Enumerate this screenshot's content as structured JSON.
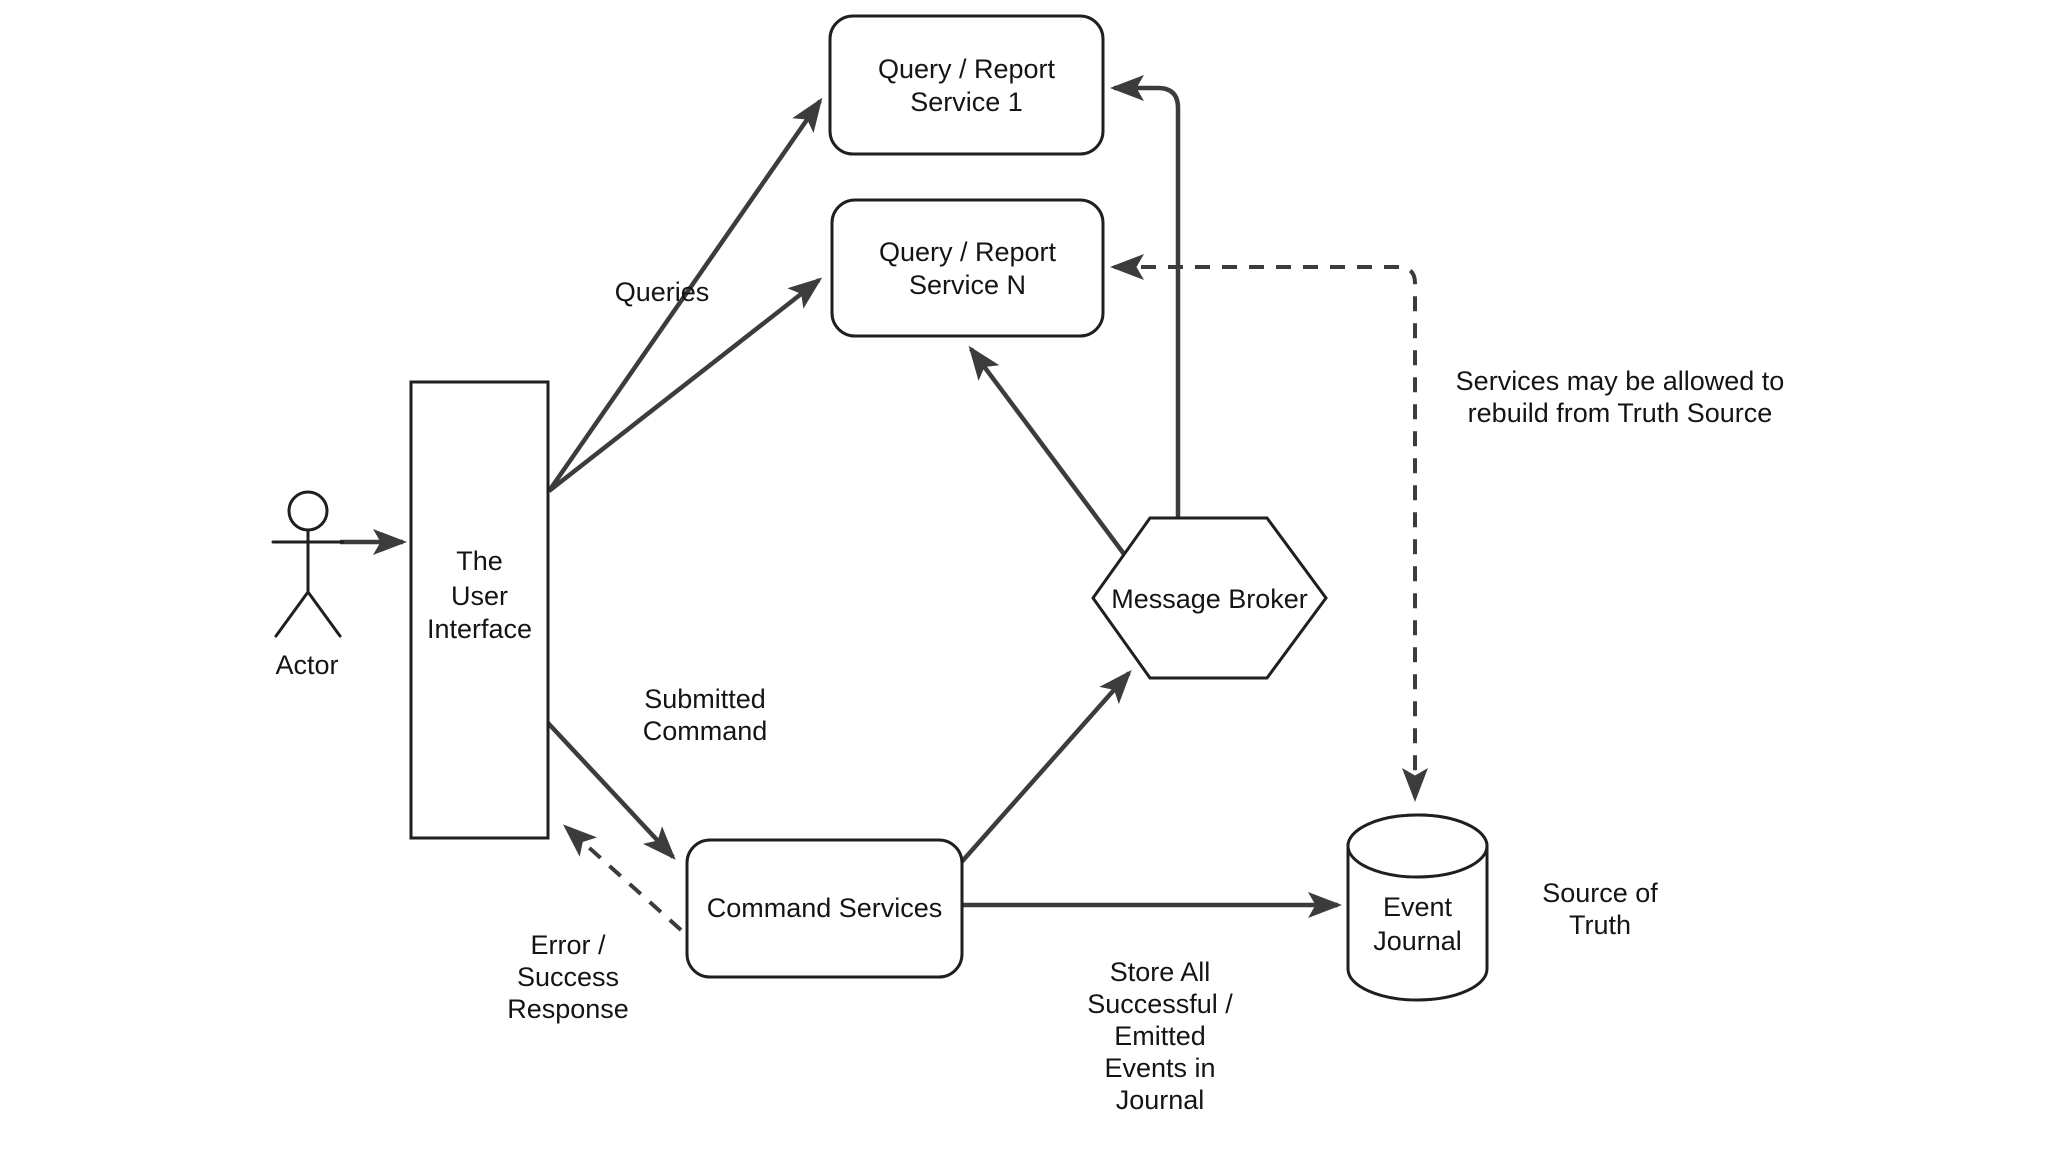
{
  "canvas": {
    "background": "#ffffff",
    "shape_fill": "#ffffff",
    "shape_stroke": "#1f1f1f",
    "connector_color": "#3c3c3c",
    "text_color": "#141414"
  },
  "nodes": {
    "actor": {
      "label": "Actor"
    },
    "user_interface": {
      "label": "The User Interface",
      "lines": [
        "The",
        "User",
        "Interface"
      ]
    },
    "query_report_service_1": {
      "label": "Query / Report Service 1",
      "lines": [
        "Query / Report",
        "Service 1"
      ]
    },
    "query_report_service_n": {
      "label": "Query / Report Service N",
      "lines": [
        "Query / Report",
        "Service N"
      ]
    },
    "command_services": {
      "label": "Command Services"
    },
    "message_broker": {
      "label": "Message Broker"
    },
    "event_journal": {
      "label": "Event Journal",
      "lines": [
        "Event",
        "Journal"
      ]
    }
  },
  "annotations": {
    "queries": {
      "label": "Queries"
    },
    "submitted_command": {
      "label": "Submitted Command",
      "lines": [
        "Submitted",
        "Command"
      ]
    },
    "error_success_response": {
      "label": "Error / Success Response",
      "lines": [
        "Error /",
        "Success",
        "Response"
      ]
    },
    "store_events": {
      "label": "Store All Successful / Emitted Events in Journal",
      "lines": [
        "Store All",
        "Successful /",
        "Emitted",
        "Events in",
        "Journal"
      ]
    },
    "rebuild_note": {
      "label": "Services may be allowed to rebuild from Truth Source",
      "lines": [
        "Services may be allowed to",
        "rebuild from Truth Source"
      ]
    },
    "source_of_truth": {
      "label": "Source of Truth",
      "lines": [
        "Source of",
        "Truth"
      ]
    }
  },
  "edges": [
    {
      "from": "actor",
      "to": "user_interface",
      "style": "solid"
    },
    {
      "from": "user_interface",
      "to": "query_report_service_1",
      "style": "solid",
      "label": "Queries"
    },
    {
      "from": "user_interface",
      "to": "query_report_service_n",
      "style": "solid",
      "label": "Queries"
    },
    {
      "from": "user_interface",
      "to": "command_services",
      "style": "solid",
      "label": "Submitted Command"
    },
    {
      "from": "command_services",
      "to": "user_interface",
      "style": "dashed",
      "label": "Error / Success Response"
    },
    {
      "from": "command_services",
      "to": "message_broker",
      "style": "solid"
    },
    {
      "from": "command_services",
      "to": "event_journal",
      "style": "solid",
      "label": "Store All Successful / Emitted Events in Journal"
    },
    {
      "from": "message_broker",
      "to": "query_report_service_1",
      "style": "solid"
    },
    {
      "from": "message_broker",
      "to": "query_report_service_n",
      "style": "solid"
    },
    {
      "from": "event_journal",
      "to": "query_report_service_n",
      "style": "dashed",
      "arrows": "both",
      "label": "Services may be allowed to rebuild from Truth Source"
    }
  ]
}
